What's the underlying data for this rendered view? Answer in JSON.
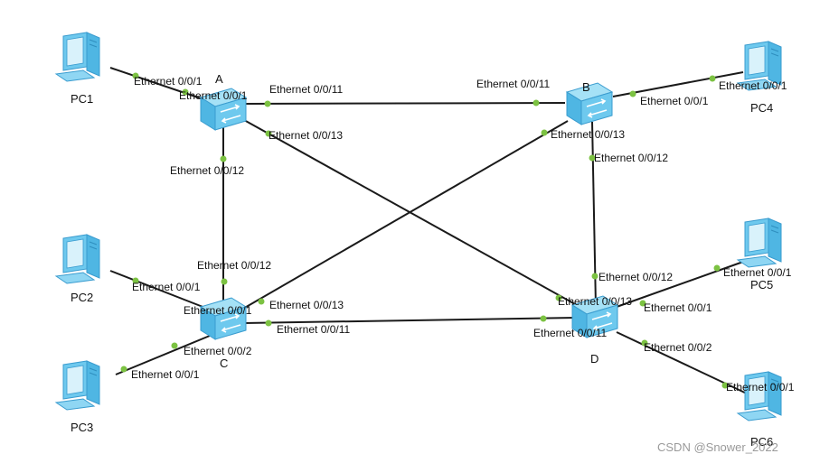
{
  "devices": {
    "switches": {
      "A": "A",
      "B": "B",
      "C": "C",
      "D": "D"
    },
    "pcs": {
      "PC1": "PC1",
      "PC2": "PC2",
      "PC3": "PC3",
      "PC4": "PC4",
      "PC5": "PC5",
      "PC6": "PC6"
    }
  },
  "ports": {
    "pc1_eth": "Ethernet 0/0/1",
    "a_to_pc1": "Ethernet 0/0/1",
    "a_to_b": "Ethernet 0/0/11",
    "a_to_d": "Ethernet 0/0/13",
    "a_to_c": "Ethernet 0/0/12",
    "b_to_a": "Ethernet 0/0/11",
    "b_to_pc4": "Ethernet 0/0/1",
    "pc4_eth": "Ethernet 0/0/1",
    "b_to_c": "Ethernet 0/0/13",
    "b_to_d": "Ethernet 0/0/12",
    "c_to_a": "Ethernet 0/0/12",
    "pc2_eth": "Ethernet 0/0/1",
    "c_to_pc2": "Ethernet 0/0/1",
    "c_to_b": "Ethernet 0/0/13",
    "c_to_d": "Ethernet 0/0/11",
    "c_to_pc3": "Ethernet 0/0/2",
    "pc3_eth": "Ethernet 0/0/1",
    "d_to_b": "Ethernet 0/0/12",
    "d_to_a": "Ethernet 0/0/13",
    "d_to_c": "Ethernet 0/0/11",
    "d_to_pc5": "Ethernet 0/0/1",
    "pc5_eth": "Ethernet 0/0/1",
    "d_to_pc6": "Ethernet 0/0/2",
    "pc6_eth": "Ethernet 0/0/1"
  },
  "watermark": "CSDN @Snower_2022",
  "colors": {
    "link": "#1a1a1a",
    "port_dot": "#7cc242",
    "switch": "#5cc3e8",
    "pc": "#6ec9ee"
  }
}
